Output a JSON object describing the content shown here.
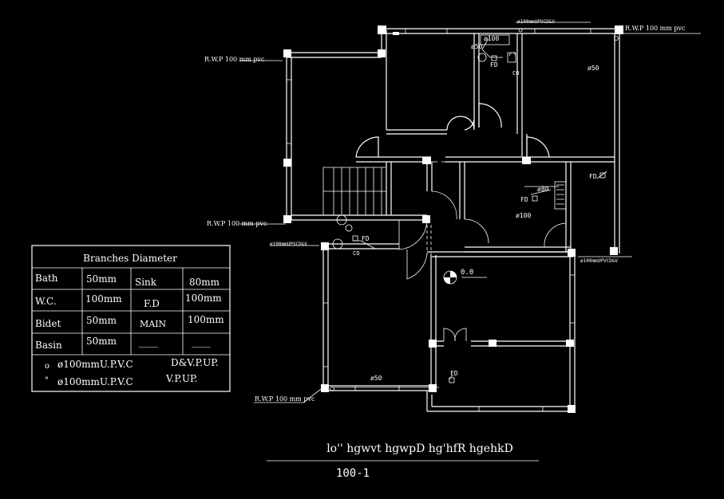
{
  "labels": {
    "rwp_top_right": "R.W.P 100 mm pvc",
    "rwp_top_left": "R.W.P 100 mm pvc",
    "rwp_mid_left": "R.W.P 100 mm pvc",
    "rwp_bottom_left": "R.W.P 100 mm pvc",
    "pipe_top": "ø100mmUPVCD&V",
    "pipe_mid_left": "ø100mmUPVCD&V",
    "pipe_mid_right": "ø100mmUPVCD&V",
    "d100_top": "ø100",
    "d50_top": "ø50",
    "fd_top": "FD",
    "co_top": "CO",
    "d50_right": "ø50",
    "fd_right": "FD",
    "d80_kitchen": "ø80",
    "fd_kitchen": "FD",
    "d100_kitchen": "ø100",
    "fd_mid": "FD",
    "co_mid": "CO",
    "level": "0.0",
    "d50_bottom": "ø50",
    "fd_bottom": "FD",
    "title": "lo'' hgwvt hgwpD hg'hfR hgehkD",
    "subtitle": "100-1"
  },
  "table": {
    "title": "Branches Diameter",
    "rows": [
      [
        "Bath",
        "50mm",
        "Sink",
        "80mm"
      ],
      [
        "W.C.",
        "100mm",
        "F.D",
        "100mm"
      ],
      [
        "Bidet",
        "50mm",
        "MAIN",
        "100mm"
      ],
      [
        "Basin",
        "50mm",
        "____",
        "____"
      ]
    ],
    "legend": [
      {
        "symbol": "o",
        "text": "ø100mmU.P.V.C",
        "note": "D&V.P.UP."
      },
      {
        "symbol": "°",
        "text": "ø100mmU.P.V.C",
        "note": "V.P.UP."
      }
    ]
  }
}
